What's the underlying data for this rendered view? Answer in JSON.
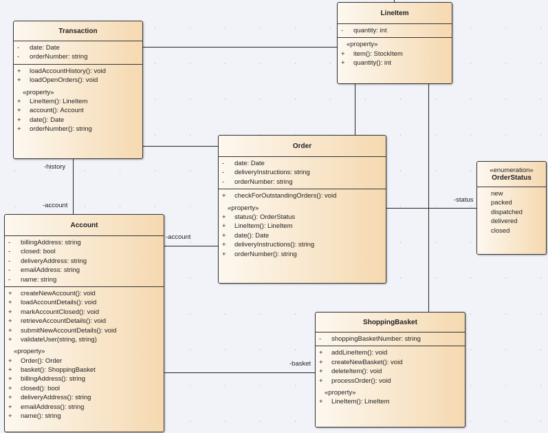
{
  "classes": [
    {
      "id": "transaction",
      "name": "Transaction",
      "attributes": [
        {
          "vis": "-",
          "text": "date: Date"
        },
        {
          "vis": "-",
          "text": "orderNumber: string"
        }
      ],
      "operations": [
        {
          "vis": "+",
          "text": "loadAccountHistory(): void"
        },
        {
          "vis": "+",
          "text": "loadOpenOrders(): void"
        }
      ],
      "properties_label": "«property»",
      "properties": [
        {
          "vis": "+",
          "text": "LineItem(): LineItem"
        },
        {
          "vis": "+",
          "text": "account(): Account"
        },
        {
          "vis": "+",
          "text": "date(): Date"
        },
        {
          "vis": "+",
          "text": "orderNumber(): string"
        }
      ]
    },
    {
      "id": "lineitem",
      "name": "LineItem",
      "attributes": [
        {
          "vis": "-",
          "text": "quantity: int"
        }
      ],
      "operations": [],
      "properties_label": "«property»",
      "properties": [
        {
          "vis": "+",
          "text": "item(): StockItem"
        },
        {
          "vis": "+",
          "text": "quantity(): int"
        }
      ]
    },
    {
      "id": "order",
      "name": "Order",
      "attributes": [
        {
          "vis": "-",
          "text": "date: Date"
        },
        {
          "vis": "-",
          "text": "deliveryInstructions: string"
        },
        {
          "vis": "-",
          "text": "orderNumber: string"
        }
      ],
      "operations": [
        {
          "vis": "+",
          "text": "checkForOutstandingOrders(): void"
        }
      ],
      "properties_label": "«property»",
      "properties": [
        {
          "vis": "+",
          "text": "status(): OrderStatus"
        },
        {
          "vis": "+",
          "text": "LineItem(): LineItem"
        },
        {
          "vis": "+",
          "text": "date(): Date"
        },
        {
          "vis": "+",
          "text": "deliveryInstructions(): string"
        },
        {
          "vis": "+",
          "text": "orderNumber(): string"
        }
      ]
    },
    {
      "id": "account",
      "name": "Account",
      "attributes": [
        {
          "vis": "-",
          "text": "billingAddress: string"
        },
        {
          "vis": "-",
          "text": "closed: bool"
        },
        {
          "vis": "-",
          "text": "deliveryAddress: string"
        },
        {
          "vis": "-",
          "text": "emailAddress: string"
        },
        {
          "vis": "-",
          "text": "name: string"
        }
      ],
      "operations": [
        {
          "vis": "+",
          "text": "createNewAccount(): void"
        },
        {
          "vis": "+",
          "text": "loadAccountDetails(): void"
        },
        {
          "vis": "+",
          "text": "markAccountClosed(): void"
        },
        {
          "vis": "+",
          "text": "retrieveAccountDetails(): void"
        },
        {
          "vis": "+",
          "text": "submitNewAccountDetails(): void"
        },
        {
          "vis": "+",
          "text": "validateUser(string, string)"
        }
      ],
      "properties_label": "«property»",
      "properties": [
        {
          "vis": "+",
          "text": "Order(): Order"
        },
        {
          "vis": "+",
          "text": "basket(): ShoppingBasket"
        },
        {
          "vis": "+",
          "text": "billingAddress(): string"
        },
        {
          "vis": "+",
          "text": "closed(): bool"
        },
        {
          "vis": "+",
          "text": "deliveryAddress(): string"
        },
        {
          "vis": "+",
          "text": "emailAddress(): string"
        },
        {
          "vis": "+",
          "text": "name(): string"
        }
      ]
    },
    {
      "id": "shoppingbasket",
      "name": "ShoppingBasket",
      "attributes": [
        {
          "vis": "-",
          "text": "shoppingBasketNumber: string"
        }
      ],
      "operations": [
        {
          "vis": "+",
          "text": "addLineItem(): void"
        },
        {
          "vis": "+",
          "text": "createNewBasket(): void"
        },
        {
          "vis": "+",
          "text": "deleteItem(): void"
        },
        {
          "vis": "+",
          "text": "processOrder(): void"
        }
      ],
      "properties_label": "«property»",
      "properties": [
        {
          "vis": "+",
          "text": "LineItem(): LineItem"
        }
      ]
    }
  ],
  "enumeration": {
    "stereotype": "«enumeration»",
    "name": "OrderStatus",
    "literals": [
      "new",
      "packed",
      "dispatched",
      "delivered",
      "closed"
    ]
  },
  "association_labels": {
    "history": "-history",
    "transaction_account": "-account",
    "status": "-status",
    "order_account": "-account",
    "basket": "-basket"
  }
}
